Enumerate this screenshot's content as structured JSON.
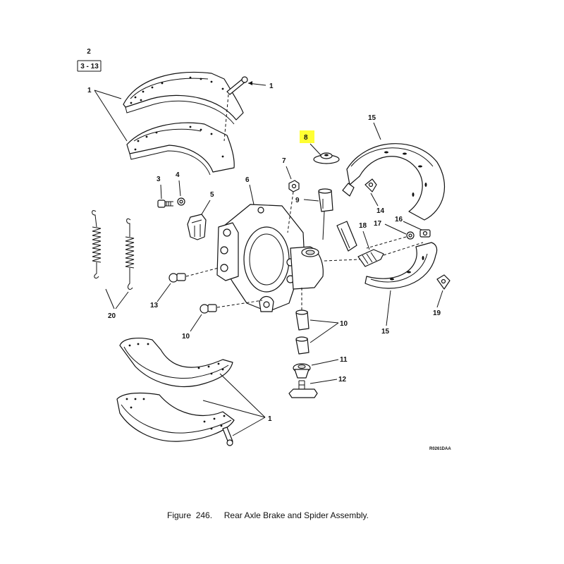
{
  "figure": {
    "ref_upper": "2",
    "ref_lower": "3 - 13",
    "drawing_id": "R0261DAA",
    "caption_number": "Figure  246.",
    "caption_title": "Rear Axle Brake and Spider Assembly.",
    "highlight_color": "#ffff33"
  },
  "callouts": {
    "c1_top_bolt": "1",
    "c1_top_shoes": "1",
    "c1_bottom": "1",
    "c3": "3",
    "c4": "4",
    "c5": "5",
    "c6": "6",
    "c7": "7",
    "c8": "8",
    "c9": "9",
    "c10_upper": "10",
    "c10_lower": "10",
    "c11": "11",
    "c12": "12",
    "c13": "13",
    "c14": "14",
    "c15_top": "15",
    "c15_bottom": "15",
    "c16": "16",
    "c17": "17",
    "c18": "18",
    "c19": "19",
    "c20": "20"
  }
}
